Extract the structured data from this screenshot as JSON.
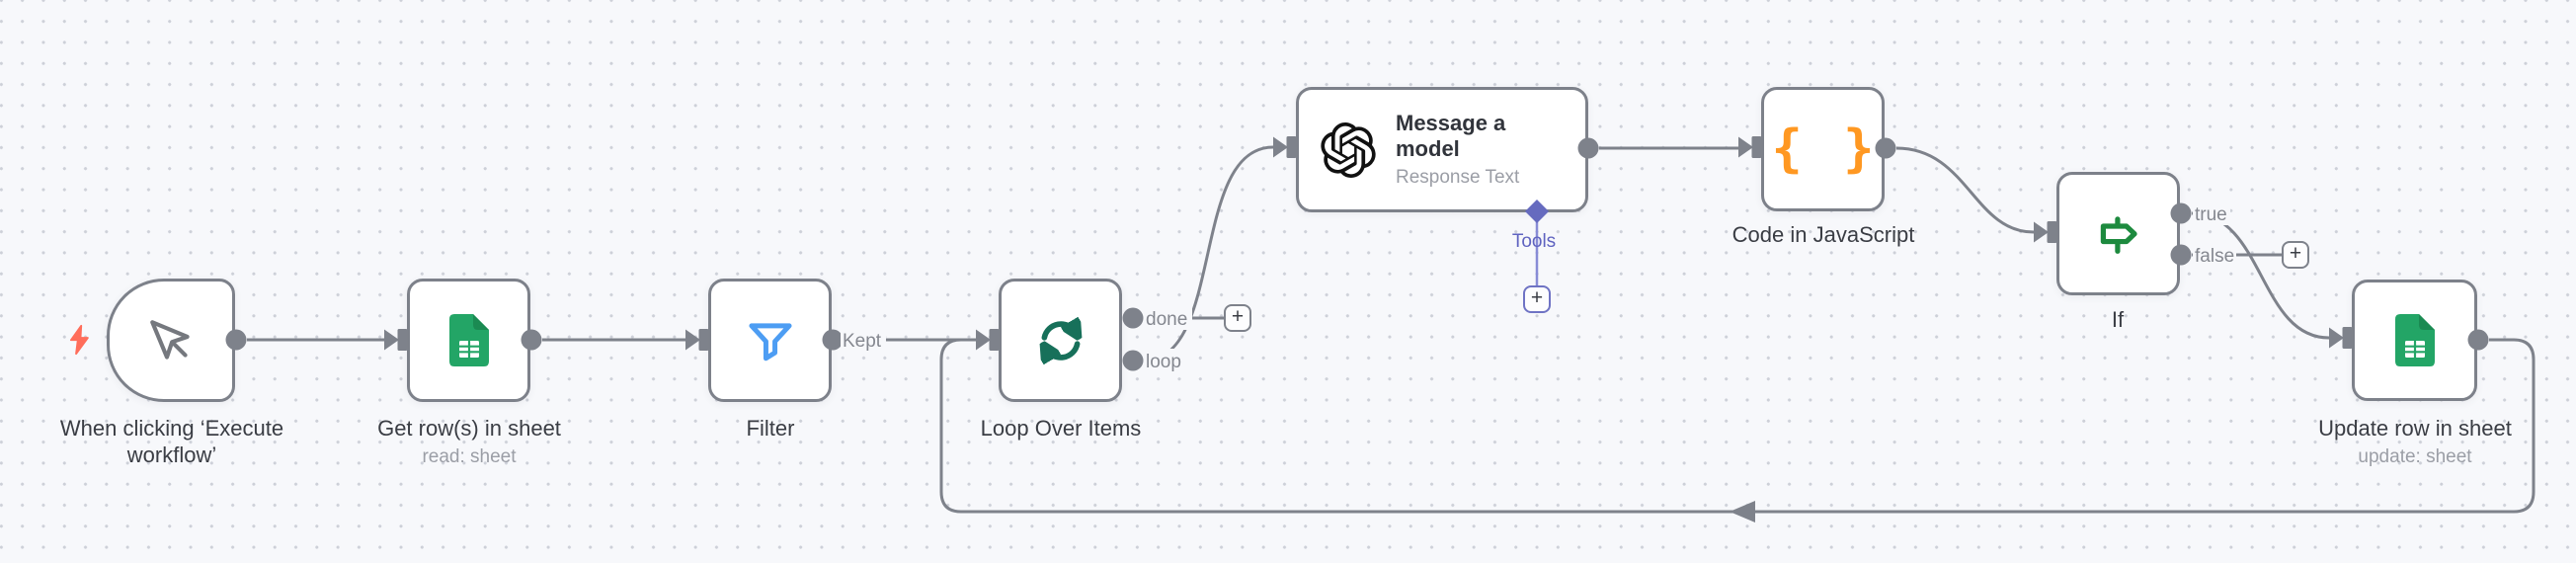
{
  "ui": {
    "plus": "+"
  },
  "colors": {
    "canvas_bg": "#f7f8fb",
    "canvas_dot": "#cdd0d8",
    "node_border": "#7d818a",
    "connector_gray": "#7e828b",
    "label_text": "#3a3d44",
    "subtitle_text": "#9b9ea6",
    "port_label_text": "#84878f",
    "trigger_bolt_orange": "#ff6d5a",
    "sheets_green": "#23a566",
    "filter_blue": "#4d9df3",
    "loop_green": "#17705a",
    "code_orange": "#ff9822",
    "if_green": "#1d8a3e",
    "tools_purple": "#666bbf",
    "openai_black": "#111111"
  },
  "nodes": {
    "trigger": {
      "label": "When clicking ‘Execute workflow’"
    },
    "get_rows": {
      "label": "Get row(s) in sheet",
      "subtitle": "read: sheet"
    },
    "filter": {
      "label": "Filter",
      "output_label": "Kept"
    },
    "loop": {
      "label": "Loop Over Items",
      "output_done": "done",
      "output_loop": "loop"
    },
    "message": {
      "title": "Message a model",
      "subtitle": "Response Text",
      "tools_label": "Tools"
    },
    "code": {
      "label": "Code in JavaScript",
      "icon_glyph": "{ }"
    },
    "if_node": {
      "label": "If",
      "output_true": "true",
      "output_false": "false"
    },
    "update": {
      "label": "Update row in sheet",
      "subtitle": "update: sheet"
    }
  }
}
